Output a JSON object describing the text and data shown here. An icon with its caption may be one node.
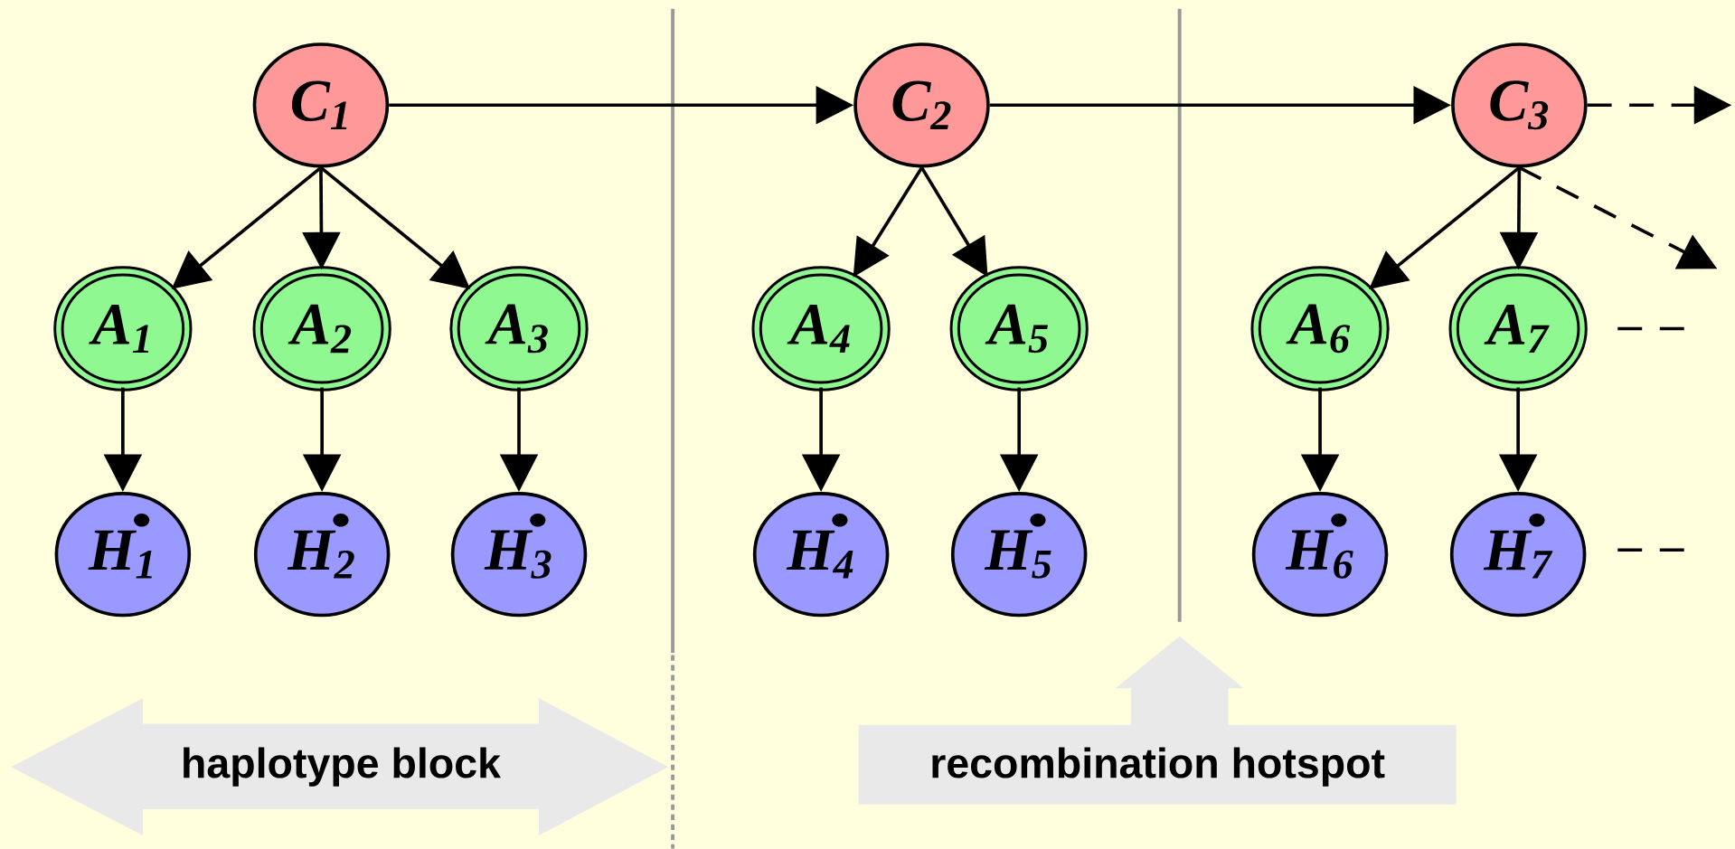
{
  "diagram": {
    "nodes": [
      {
        "text": [
          "C$_{1}$"
        ]
      },
      {
        "text": [
          "C$_{2}$"
        ]
      },
      {
        "text": [
          "C$_{3}$"
        ]
      },
      {
        "text": [
          "A$_{1}$"
        ]
      },
      {
        "text": [
          "A$_{2}$"
        ]
      },
      {
        "text": [
          "A$_{3}$"
        ]
      },
      {
        "text": [
          "A$_{4}$"
        ]
      },
      {
        "text": [
          "A$_{5}$"
        ]
      },
      {
        "text": [
          "A$_{6}$"
        ]
      },
      {
        "text": [
          "A$_{7}$"
        ]
      },
      {
        "text": [
          "H$_{1}$"
        ]
      },
      {
        "text": [
          "H$_{2}$"
        ]
      },
      {
        "text": [
          "H$_{3}$"
        ]
      },
      {
        "text": [
          "H$_{4}$"
        ]
      },
      {
        "text": [
          "H$_{5}$"
        ]
      },
      {
        "text": [
          "H$_{6}$"
        ]
      },
      {
        "text": [
          "H$_{7}$"
        ]
      },
      {
        "text": [
          "haplotype block"
        ]
      },
      {
        "text": [
          "recombination hotspot"
        ]
      }
    ],
    "edges": [
      {
        "from": 0,
        "to": 1,
        "arrow": "to"
      },
      {
        "from": 1,
        "to": 2,
        "arrow": "to"
      },
      {
        "from": 2,
        "to": null,
        "arrow": "to",
        "style": "dashed"
      },
      {
        "from": 0,
        "to": 3,
        "arrow": "to"
      },
      {
        "from": 0,
        "to": 4,
        "arrow": "to"
      },
      {
        "from": 0,
        "to": 5,
        "arrow": "to"
      },
      {
        "from": 1,
        "to": 6,
        "arrow": "to"
      },
      {
        "from": 1,
        "to": 7,
        "arrow": "to"
      },
      {
        "from": 2,
        "to": 8,
        "arrow": "to"
      },
      {
        "from": 2,
        "to": 9,
        "arrow": "to"
      },
      {
        "from": 2,
        "to": null,
        "arrow": "to",
        "style": "dashed"
      },
      {
        "from": 3,
        "to": 10,
        "arrow": "to"
      },
      {
        "from": 4,
        "to": 11,
        "arrow": "to"
      },
      {
        "from": 5,
        "to": 12,
        "arrow": "to"
      },
      {
        "from": 6,
        "to": 13,
        "arrow": "to"
      },
      {
        "from": 7,
        "to": 14,
        "arrow": "to"
      },
      {
        "from": 8,
        "to": 15,
        "arrow": "to"
      },
      {
        "from": 9,
        "to": 16,
        "arrow": "to"
      }
    ]
  }
}
